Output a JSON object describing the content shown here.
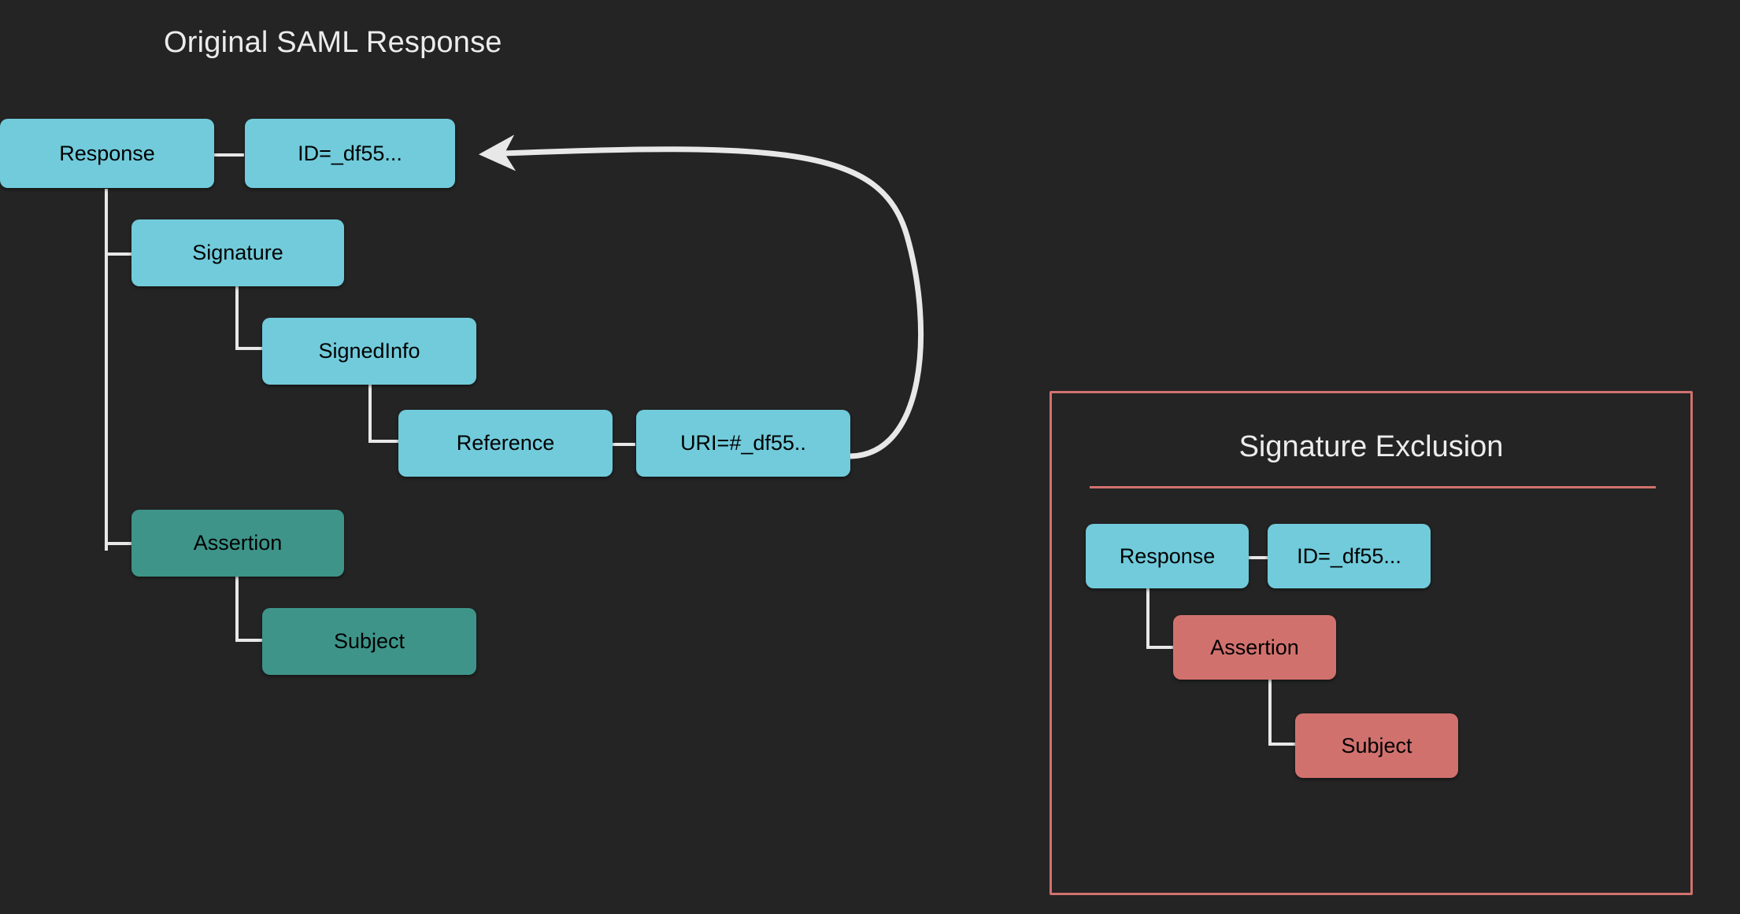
{
  "diagram": {
    "background_color": "#242424",
    "palette": {
      "cyan": "#71CBDB",
      "teal": "#3E9489",
      "salmon": "#D1716E",
      "connector": "#E8E8E8",
      "title_text": "#ECECEC",
      "node_text": "#000000"
    }
  },
  "left": {
    "title": "Original SAML Response",
    "nodes": {
      "response": "Response",
      "id_attr": "ID=_df55...",
      "signature": "Signature",
      "signed_info": "SignedInfo",
      "reference": "Reference",
      "uri_attr": "URI=#_df55..",
      "assertion": "Assertion",
      "subject": "Subject"
    }
  },
  "right": {
    "title": "Signature Exclusion",
    "nodes": {
      "response": "Response",
      "id_attr": "ID=_df55...",
      "assertion": "Assertion",
      "subject": "Subject"
    }
  },
  "arrow": {
    "name": "uri-reference-arrow",
    "from": "URI=#_df55..",
    "to": "ID=_df55...",
    "color": "#E8E8E8"
  }
}
